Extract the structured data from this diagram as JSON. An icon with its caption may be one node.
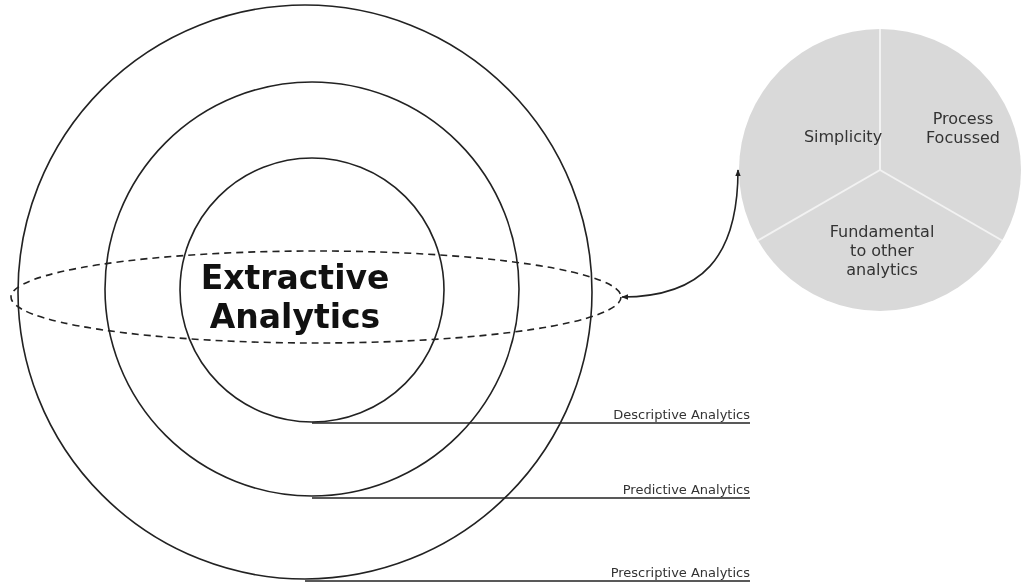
{
  "diagram": {
    "nodes": [
      {
        "text": [],
        "shape": "circle"
      },
      {
        "text": [],
        "shape": "circle",
        "in": 0
      },
      {
        "text": [],
        "shape": "circle",
        "in": 1
      },
      {
        "text": [
          "Extractive Analytics"
        ]
      },
      {
        "text": [],
        "shape": "circle"
      },
      {
        "text": [
          "Simplicity"
        ],
        "in": 4
      },
      {
        "text": [
          "Process Focussed"
        ],
        "in": 4
      },
      {
        "text": [
          "Fundamental to other analytics"
        ],
        "in": 4
      },
      {
        "text": [
          "Descriptive Analytics"
        ]
      },
      {
        "text": [
          "Predictive Analytics"
        ]
      },
      {
        "text": [
          "Prescriptive Analytics"
        ]
      }
    ],
    "edges": [
      {
        "from": 3,
        "to": 4,
        "arrow": "both"
      },
      {
        "from": 8,
        "to": 2,
        "arrow": "none"
      },
      {
        "from": 9,
        "to": 1,
        "arrow": "none"
      },
      {
        "from": 10,
        "to": 0,
        "arrow": "none"
      }
    ]
  }
}
